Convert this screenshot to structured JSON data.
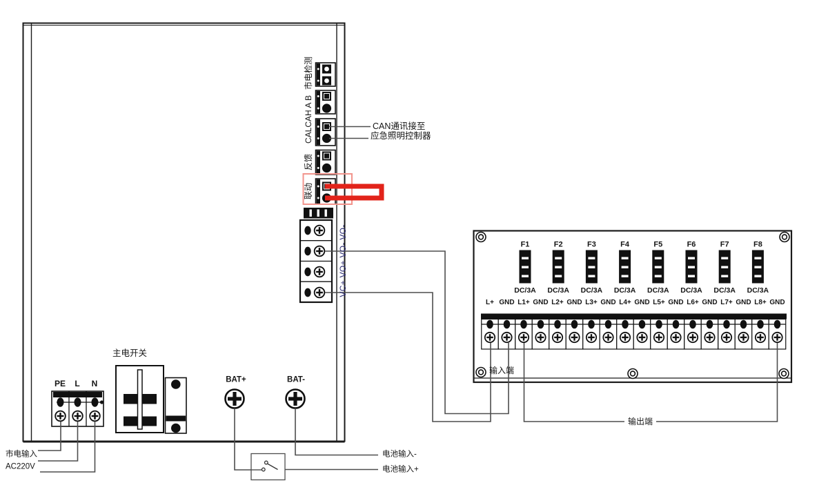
{
  "colors": {
    "line": "#1a1a1a",
    "wire": "#4d4d4d",
    "highlight_red": "#e2231a",
    "highlight_pink": "#f2948c",
    "terminal_text_blue": "#2a2a72"
  },
  "enclosure": {
    "side_labels": {
      "mains_detect": "市电检测",
      "can_bus": "CALCAH A B",
      "feedback": "反馈",
      "linkage": "联动"
    },
    "dc_output_labels": "VC+ VO+ VO- VO-",
    "main_switch": "主电开关",
    "mains_terminals": [
      "PE",
      "L",
      "N"
    ],
    "battery_terminals": [
      "BAT+",
      "BAT-"
    ]
  },
  "annotations": {
    "can_note_line1": "CAN通讯接至",
    "can_note_line2": "应急照明控制器",
    "mains_input": "市电输入",
    "mains_voltage": "AC220V",
    "battery_input_minus": "电池输入-",
    "battery_input_plus": "电池输入+",
    "input_side": "输入端",
    "output_side": "输出端"
  },
  "module": {
    "fuses": [
      {
        "name": "F1",
        "rating": "DC/3A"
      },
      {
        "name": "F2",
        "rating": "DC/3A"
      },
      {
        "name": "F3",
        "rating": "DC/3A"
      },
      {
        "name": "F4",
        "rating": "DC/3A"
      },
      {
        "name": "F5",
        "rating": "DC/3A"
      },
      {
        "name": "F6",
        "rating": "DC/3A"
      },
      {
        "name": "F7",
        "rating": "DC/3A"
      },
      {
        "name": "F8",
        "rating": "DC/3A"
      }
    ],
    "terminal_labels": [
      "L+",
      "GND",
      "L1+",
      "GND",
      "L2+",
      "GND",
      "L3+",
      "GND",
      "L4+",
      "GND",
      "L5+",
      "GND",
      "L6+",
      "GND",
      "L7+",
      "GND",
      "L8+",
      "GND"
    ]
  }
}
